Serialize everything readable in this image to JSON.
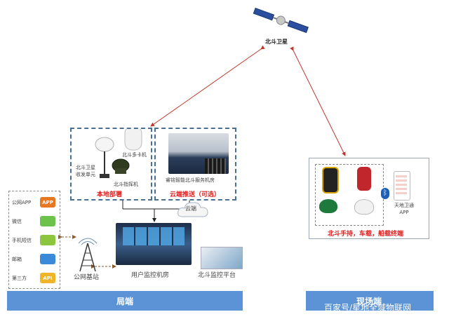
{
  "satellite": {
    "label": "北斗卫星"
  },
  "local": {
    "section_label": "本地部署",
    "multi_card": "北斗多卡机",
    "transceiver": "北斗卫星\n收发单元",
    "command_machine": "北斗指挥机"
  },
  "cloud": {
    "section_label": "云端推送（可选）",
    "server_room": "睿铭智能北斗服务机房",
    "bubble_label": "云端"
  },
  "channels": {
    "items": [
      {
        "label": "公网APP",
        "badge": "APP",
        "color": "#e87722"
      },
      {
        "label": "微信",
        "badge": "",
        "color": "#6cc24a"
      },
      {
        "label": "手机短信",
        "badge": "",
        "color": "#8cc63f"
      },
      {
        "label": "邮箱",
        "badge": "",
        "color": "#3b8ad9"
      },
      {
        "label": "第三方",
        "badge": "API",
        "color": "#f0b429"
      }
    ]
  },
  "base_station": {
    "label": "公网基站"
  },
  "monitor_room": {
    "label": "用户监控机房"
  },
  "monitor_platform": {
    "label": "北斗监控平台"
  },
  "field": {
    "section_label": "北斗手持，车载，船载终端",
    "app_label": "天地卫通\nAPP"
  },
  "bars": {
    "bureau": "局端",
    "field": "现场端"
  },
  "watermark": "百家号/星地全域物联网",
  "colors": {
    "link_red": "#c0392b",
    "bar_blue": "#5b93d6",
    "accent_red": "#e02020"
  }
}
